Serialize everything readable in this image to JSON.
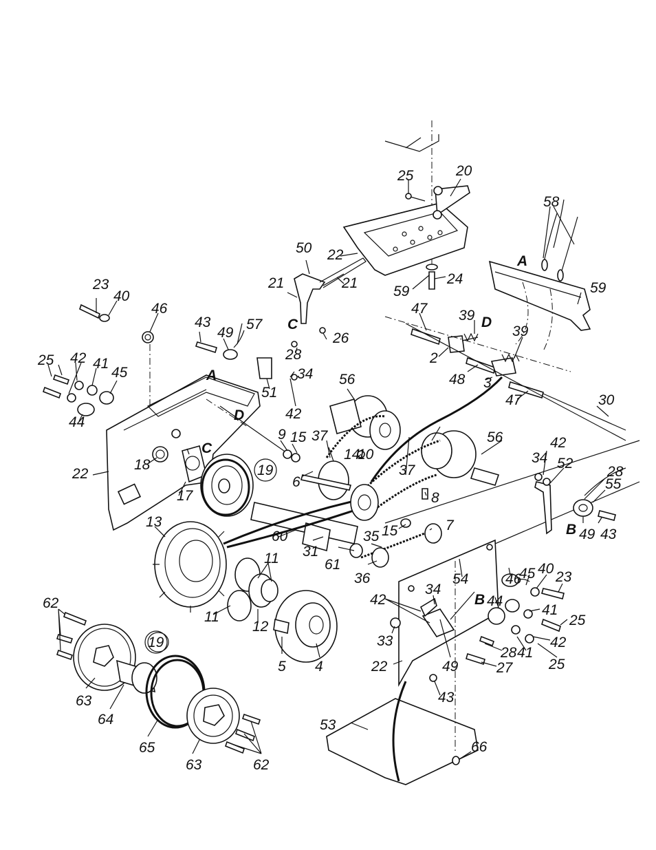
{
  "labels": {
    "n2": "2",
    "n3": "3",
    "n4": "4",
    "n5": "5",
    "n6": "6",
    "n7": "7",
    "n8": "8",
    "n9": "9",
    "n10": "10",
    "n11": "11",
    "n12": "12",
    "n13": "13",
    "n14": "14",
    "n15": "15",
    "n17": "17",
    "n18": "18",
    "n19": "19",
    "n20": "20",
    "n21": "21",
    "n22": "22",
    "n23": "23",
    "n24": "24",
    "n25": "25",
    "n26": "26",
    "n27": "27",
    "n28": "28",
    "n30": "30",
    "n31": "31",
    "n33": "33",
    "n34": "34",
    "n35": "35",
    "n36": "36",
    "n37": "37",
    "n39": "39",
    "n40": "40",
    "n41": "41",
    "n42": "42",
    "n43": "43",
    "n44": "44",
    "n45": "45",
    "n46": "46",
    "n47": "47",
    "n48": "48",
    "n49": "49",
    "n50": "50",
    "n51": "51",
    "n52": "52",
    "n53": "53",
    "n54": "54",
    "n55": "55",
    "n56": "56",
    "n57": "57",
    "n58": "58",
    "n59": "59",
    "n60": "60",
    "n61": "61",
    "n62": "62",
    "n63": "63",
    "n64": "64",
    "n65": "65",
    "n66": "66",
    "A": "A",
    "B": "B",
    "C": "C",
    "D": "D"
  }
}
